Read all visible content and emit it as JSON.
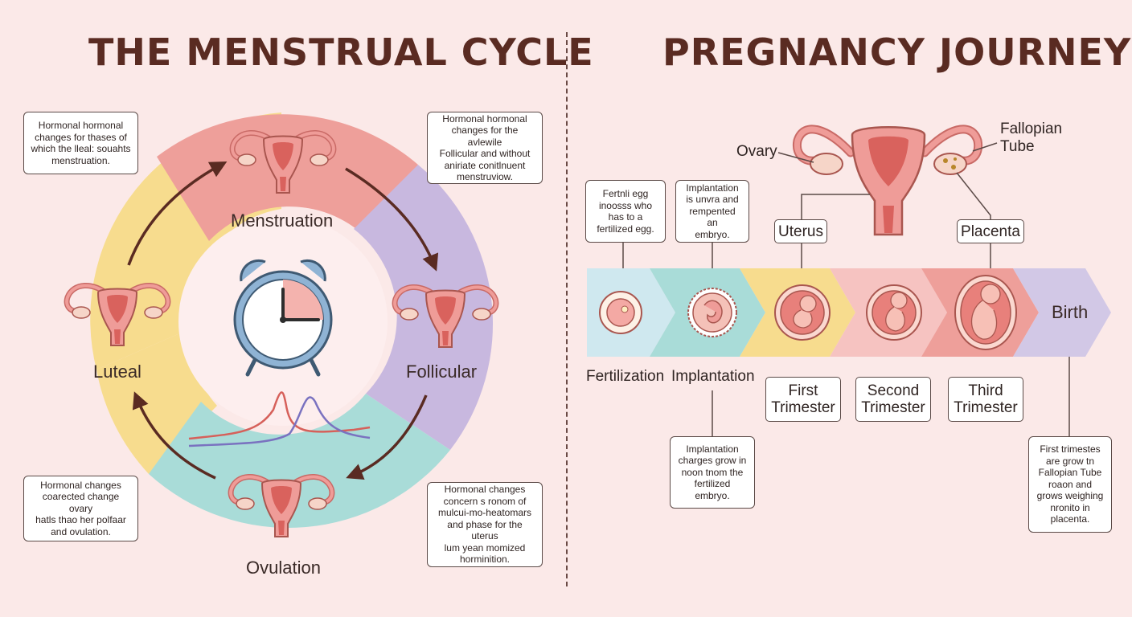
{
  "left": {
    "title": "THE MENSTRUAL CYCLE",
    "phases": {
      "menstruation": "Menstruation",
      "follicular": "Follicular",
      "ovulation": "Ovulation",
      "luteal": "Luteal"
    },
    "notes": {
      "top_left": "Hormonal hormonal\nchanges for thases of\nwhich the lleal: souahts\nmenstruation.",
      "top_right": "Hormonal hormonal\nchanges for the avlewile\nFollicular and without\naniriate conitlnuent\nmenstruviow.",
      "bottom_left": "Hormonal changes\ncoarected change ovary\nhatls thao her polfaar\nand ovulation.",
      "bottom_right": "Hormonal changes\nconcern s ronom of\nmulcui-mo-heatomars\nand phase for the uterus\nlum yean momized\nhorminition."
    },
    "icons": [
      "uterus-icon",
      "alarm-clock-icon",
      "hormone-curve-icon",
      "cycle-arrow-icon"
    ],
    "colors": {
      "menstruation": "#ee9f9a",
      "follicular": "#c8b8df",
      "ovulation": "#a9dcd8",
      "luteal": "#f7dc8e",
      "background": "#fbe9e8"
    }
  },
  "right": {
    "title": "PREGNANCY JOURNEY",
    "anatomy": {
      "ovary": "Ovary",
      "fallopian_tube": "Fallopian\nTube",
      "uterus": "Uterus",
      "placenta": "Placenta"
    },
    "top_notes": {
      "fertilization": "Fertnli egg\ninoosss who\nhas to a\nfertilized egg.",
      "implantation": "Implantation\nis unvra and\nrempented an\nembryo."
    },
    "stages": {
      "fertilization": "Fertilization",
      "implantation": "Implantation",
      "first_trimester": "First\nTrimester",
      "second_trimester": "Second\nTrimester",
      "third_trimester": "Third\nTrimester",
      "birth": "Birth"
    },
    "bottom_notes": {
      "implantation": "Implantation\ncharges grow in\nnoon tnom the\nfertilized\nembryo.",
      "birth": "First trimestes\nare grow tn\nFallopian Tube\nroaon and\ngrows weighing\nnronito in\nplacenta."
    },
    "icons": [
      "egg-cell-icon",
      "embryo-icon",
      "fetus-icon",
      "uterus-icon"
    ],
    "colors": {
      "stage1": "#cfe8ef",
      "stage2": "#a9dcd8",
      "stage3": "#f7dc8e",
      "stage4": "#f6c3c1",
      "stage5": "#ee9f9a",
      "stage6": "#d2c8e6"
    }
  }
}
